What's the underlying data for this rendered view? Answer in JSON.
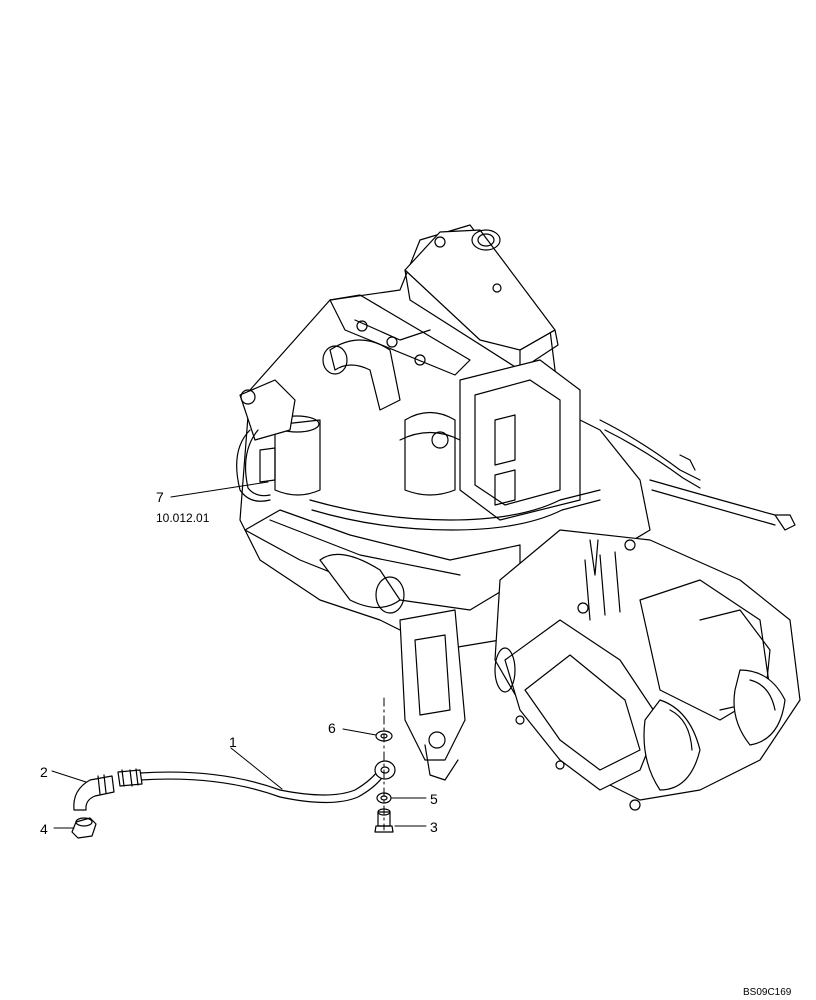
{
  "callouts": {
    "c1": "1",
    "c2": "2",
    "c3": "3",
    "c4": "4",
    "c5": "5",
    "c6": "6",
    "c7": "7"
  },
  "reference": "10.012.01",
  "figure_id": "BS09C169"
}
